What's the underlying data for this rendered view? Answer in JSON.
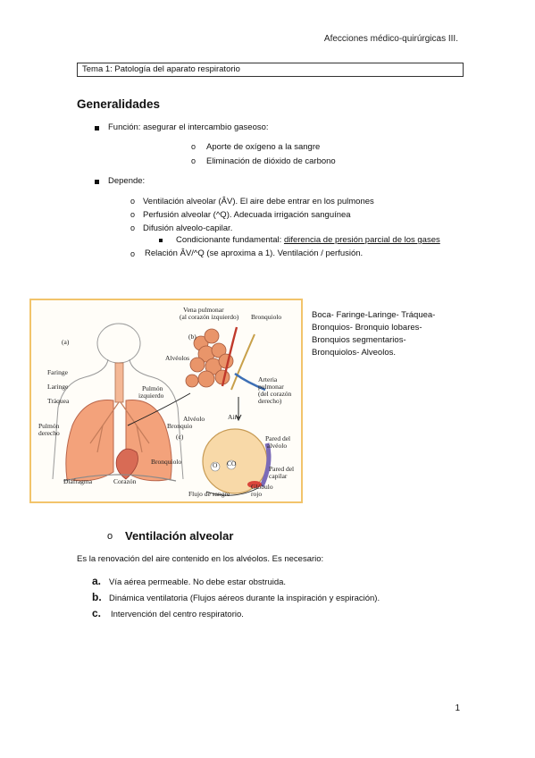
{
  "header": {
    "course": "Afecciones médico-quirúrgicas III."
  },
  "topic": {
    "label": "Tema 1: Patología del aparato respiratorio"
  },
  "section1": {
    "title": "Generalidades",
    "funcion": {
      "label": "Función: asegurar el intercambio gaseoso:",
      "items": [
        "Aporte de oxígeno a la sangre",
        "Eliminación de dióxido de carbono"
      ]
    },
    "depende": {
      "label": "Depende:",
      "items": [
        "Ventilación alveolar (ÂV). El aire debe entrar en los pulmones",
        "Perfusión alveolar (^Q). Adecuada irrigación sanguínea",
        "Difusión alveolo-capilar."
      ],
      "sub_prefix": "Condicionante fundamental: ",
      "sub_underlined": "diferencia de presión parcial de los gases",
      "relacion": "Relación ÂV/^Q (se aproxima a 1). Ventilación / perfusión."
    }
  },
  "figure": {
    "labels": {
      "a": "(a)",
      "b": "(b)",
      "c": "(c)",
      "vena": "Vena pulmonar",
      "vena2": "(al corazón izquierdo)",
      "bronquiolo_top": "Bronquiolo",
      "alveolos": "Alvéolos",
      "faringe": "Faringe",
      "laringe": "Laringe",
      "traquea": "Tráquea",
      "pulmon_izq": "Pulmón",
      "pulmon_izq2": "izquierdo",
      "pulmon_der": "Pulmón",
      "pulmon_der2": "derecho",
      "bronquio": "Bronquio",
      "arteria": "Arteria",
      "arteria2": "pulmonar",
      "arteria3": "(del corazón",
      "arteria4": "derecho)",
      "alveolo": "Alvéolo",
      "aire": "Aire",
      "pared_alv": "Pared del",
      "pared_alv2": "alvéolo",
      "pared_cap": "Pared del",
      "pared_cap2": "capilar",
      "bronquiolo": "Bronquiolo",
      "diafragma": "Diafragma",
      "corazon": "Corazón",
      "flujo": "Flujo de sangre",
      "globulo": "Glóbulo",
      "globulo2": "rojo",
      "o2": "O",
      "co2": "CO"
    }
  },
  "caption": [
    "Boca- Faringe-Laringe- Tráquea-",
    "Bronquios- Bronquio lobares-",
    "Bronquios segmentarios-",
    "Bronquiolos- Alveolos."
  ],
  "section2": {
    "bullet": "o",
    "title": "Ventilación alveolar",
    "intro": "Es la renovación del aire contenido en los alvéolos. Es necesario:",
    "items": [
      {
        "letter": "a.",
        "text": "Vía aérea permeable. No debe estar obstruida."
      },
      {
        "letter": "b.",
        "text": "Dinámica ventilatoria (Flujos aéreos durante la inspiración y espiración)."
      },
      {
        "letter": "c.",
        "text": "Intervención del centro respiratorio."
      }
    ]
  },
  "page_number": "1",
  "colors": {
    "frame": "#f2c46b",
    "lung": "#f3a27b",
    "alveoli": "#e9956a",
    "vein": "#c0392b",
    "artery": "#3d6fb5"
  }
}
